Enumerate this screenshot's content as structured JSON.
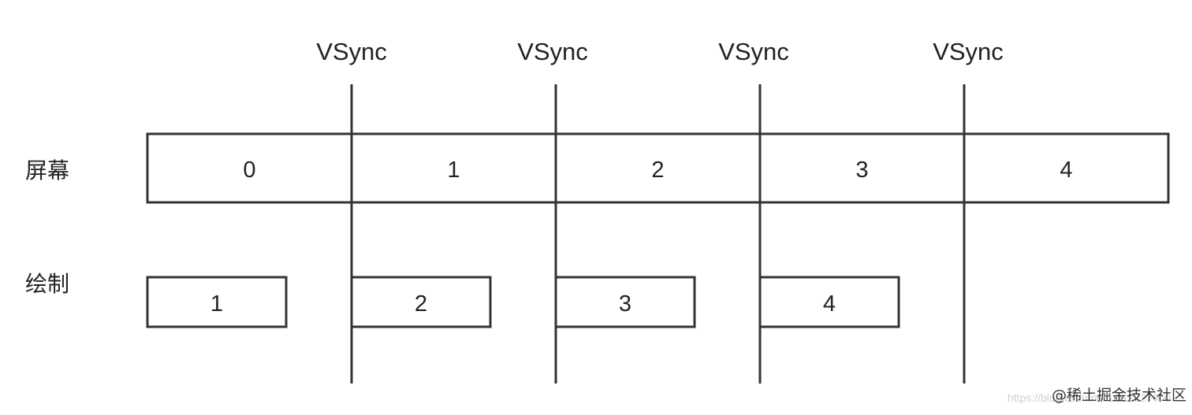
{
  "vsync": {
    "labels": [
      "VSync",
      "VSync",
      "VSync",
      "VSync"
    ]
  },
  "rows": {
    "screen": {
      "label": "屏幕",
      "cells": [
        "0",
        "1",
        "2",
        "3",
        "4"
      ]
    },
    "draw": {
      "label": "绘制",
      "cells": [
        "1",
        "2",
        "3",
        "4"
      ]
    }
  },
  "colors": {
    "stroke": "#333333",
    "text": "#222222",
    "background": "#ffffff"
  },
  "watermark": {
    "url": "https://blog.csdn.net/u012227600",
    "brand": "@稀土掘金技术社区"
  }
}
